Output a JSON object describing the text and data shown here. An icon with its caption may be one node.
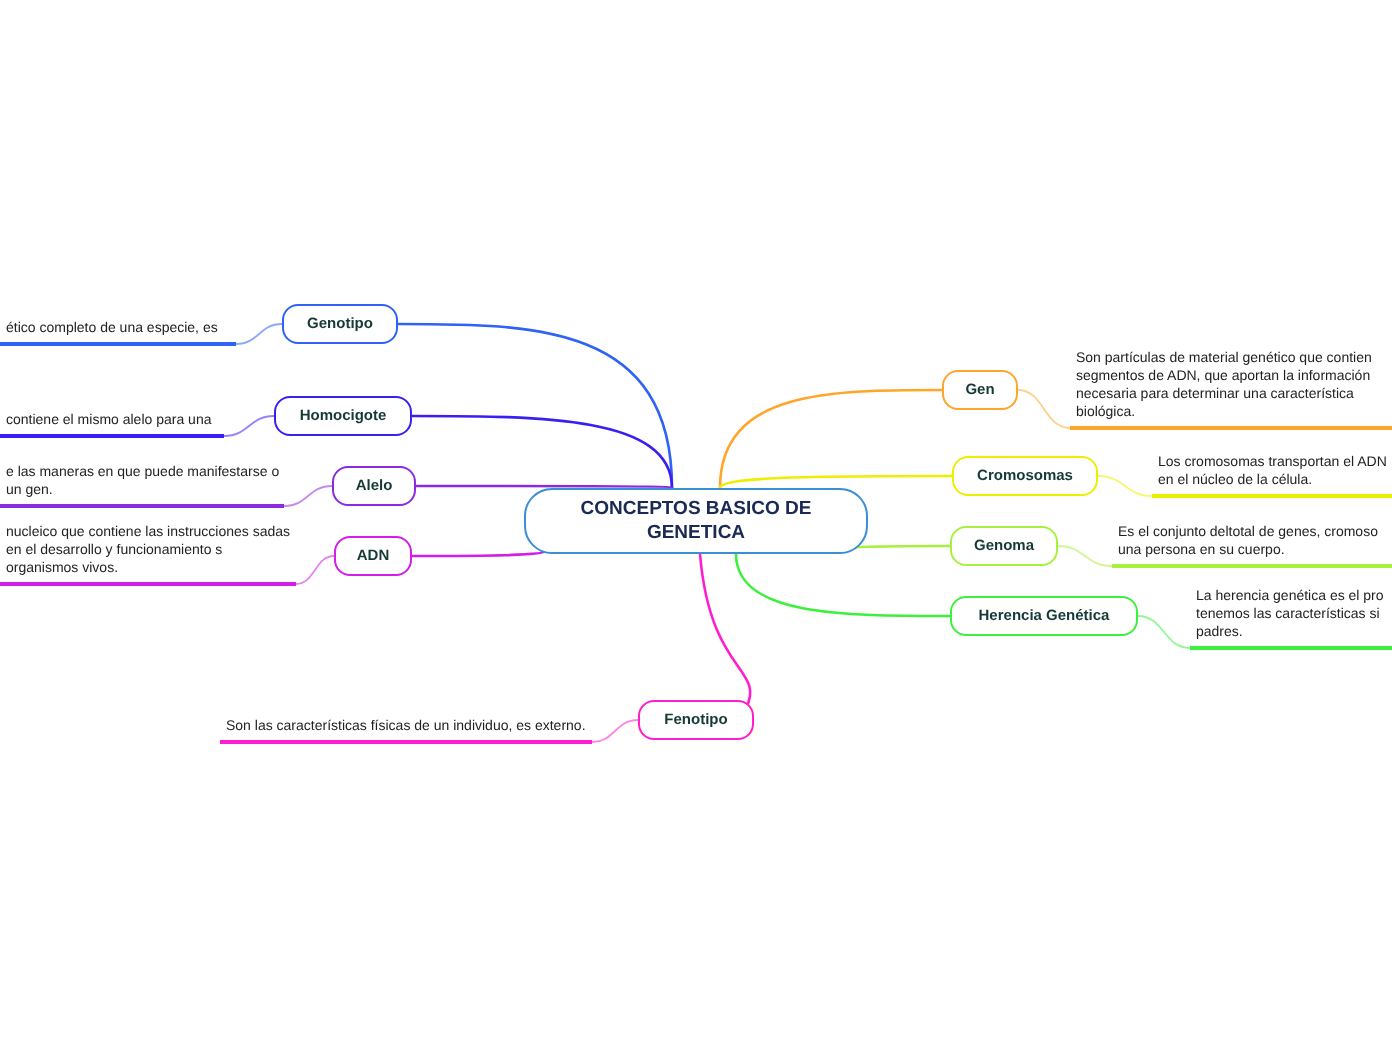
{
  "diagram": {
    "nodes": [
      {
        "text": [
          "CONCEPTOS BASICO DE GENETICA"
        ]
      },
      {
        "text": [
          "Genotipo"
        ]
      },
      {
        "text": [
          "ético completo de una especie, es"
        ]
      },
      {
        "text": [
          "Homocigote"
        ]
      },
      {
        "text": [
          "contiene el mismo alelo para una"
        ]
      },
      {
        "text": [
          "Alelo"
        ]
      },
      {
        "text": [
          "e las maneras en que puede manifestarse o un gen."
        ]
      },
      {
        "text": [
          "ADN"
        ]
      },
      {
        "text": [
          "nucleico que contiene las instrucciones sadas en el desarrollo y funcionamiento s organismos vivos."
        ]
      },
      {
        "text": [
          "Fenotipo"
        ]
      },
      {
        "text": [
          "Son las características físicas de un individuo, es externo."
        ]
      },
      {
        "text": [
          "Gen"
        ]
      },
      {
        "text": [
          "Son partículas de material genético que contien segmentos de ADN, que aportan la información necesaria para determinar una característica biológica."
        ]
      },
      {
        "text": [
          "Cromosomas"
        ]
      },
      {
        "text": [
          "Los cromosomas transportan el ADN en el núcleo de la célula."
        ]
      },
      {
        "text": [
          "Genoma"
        ]
      },
      {
        "text": [
          "Es el conjunto deltotal de genes, cromoso una persona en su cuerpo."
        ]
      },
      {
        "text": [
          "Herencia Genética"
        ]
      },
      {
        "text": [
          "La herencia genética es el pro tenemos las características si padres."
        ]
      }
    ],
    "edges": [
      {
        "from": 0,
        "to": 1,
        "arrow": "none",
        "color": "#2f62f5"
      },
      {
        "from": 1,
        "to": 2,
        "arrow": "none",
        "color": "#2f62f5"
      },
      {
        "from": 0,
        "to": 3,
        "arrow": "none",
        "color": "#3a1ff2"
      },
      {
        "from": 3,
        "to": 4,
        "arrow": "none",
        "color": "#3a1ff2"
      },
      {
        "from": 0,
        "to": 5,
        "arrow": "none",
        "color": "#8a2be2"
      },
      {
        "from": 5,
        "to": 6,
        "arrow": "none",
        "color": "#8a2be2"
      },
      {
        "from": 0,
        "to": 7,
        "arrow": "none",
        "color": "#d21ee8"
      },
      {
        "from": 7,
        "to": 8,
        "arrow": "none",
        "color": "#d21ee8"
      },
      {
        "from": 0,
        "to": 9,
        "arrow": "none",
        "color": "#ff1ecf"
      },
      {
        "from": 9,
        "to": 10,
        "arrow": "none",
        "color": "#ff1ecf"
      },
      {
        "from": 0,
        "to": 11,
        "arrow": "none",
        "color": "#ffa52a"
      },
      {
        "from": 11,
        "to": 12,
        "arrow": "none",
        "color": "#ffa52a"
      },
      {
        "from": 0,
        "to": 13,
        "arrow": "none",
        "color": "#eeee00"
      },
      {
        "from": 13,
        "to": 14,
        "arrow": "none",
        "color": "#eeee00"
      },
      {
        "from": 0,
        "to": 15,
        "arrow": "none",
        "color": "#a8f040"
      },
      {
        "from": 15,
        "to": 16,
        "arrow": "none",
        "color": "#a8f040"
      },
      {
        "from": 0,
        "to": 17,
        "arrow": "none",
        "color": "#3cf03c"
      },
      {
        "from": 17,
        "to": 18,
        "arrow": "none",
        "color": "#3cf03c"
      }
    ]
  }
}
